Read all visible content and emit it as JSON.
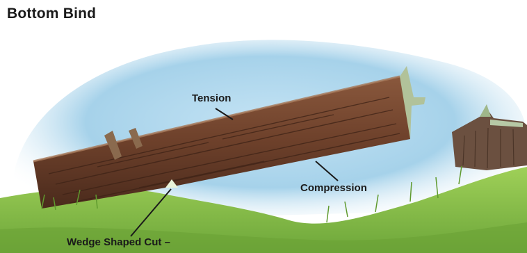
{
  "title": "Bottom Bind",
  "labels": {
    "tension": "Tension",
    "compression": "Compression",
    "wedge_cut": "Wedge Shaped Cut –"
  },
  "colors": {
    "sky": "#a9d4ec",
    "grass": "#8cc24a",
    "grass_dark": "#4f8a2a",
    "log": "#7a4a33",
    "log_dark": "#4a2a1c",
    "stump": "#6b5040"
  }
}
